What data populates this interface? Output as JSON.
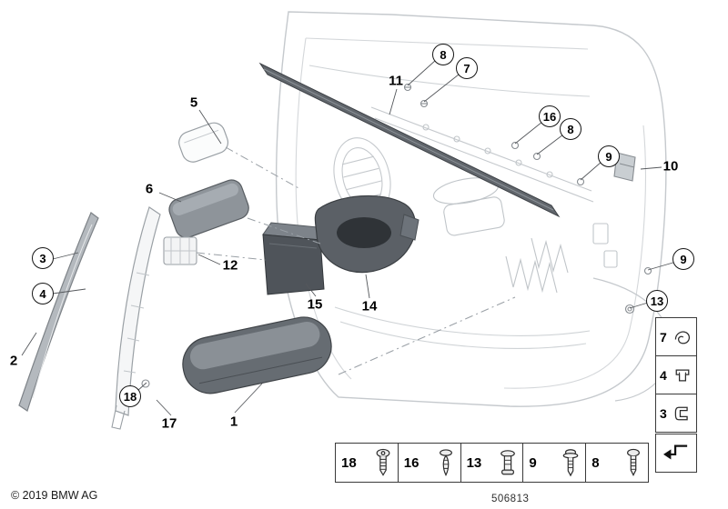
{
  "copyright": "© 2019 BMW AG",
  "diagram_number": "506813",
  "callouts": {
    "plain": [
      {
        "label": "5"
      },
      {
        "label": "6"
      },
      {
        "label": "2"
      },
      {
        "label": "11"
      },
      {
        "label": "12"
      },
      {
        "label": "15"
      },
      {
        "label": "14"
      },
      {
        "label": "17"
      },
      {
        "label": "1"
      },
      {
        "label": "10"
      }
    ],
    "circled": [
      {
        "label": "8"
      },
      {
        "label": "7"
      },
      {
        "label": "16"
      },
      {
        "label": "8"
      },
      {
        "label": "9"
      },
      {
        "label": "3"
      },
      {
        "label": "4"
      },
      {
        "label": "9"
      },
      {
        "label": "13"
      },
      {
        "label": "18"
      }
    ]
  },
  "legend": {
    "bottom_items": [
      {
        "label": "18",
        "icon": "torx-screw-icon"
      },
      {
        "label": "16",
        "icon": "expanding-rivet-icon"
      },
      {
        "label": "13",
        "icon": "grommet-nut-icon"
      },
      {
        "label": "9",
        "icon": "tapping-screw-icon"
      },
      {
        "label": "8",
        "icon": "pan-head-screw-icon"
      }
    ],
    "right_items": [
      {
        "label": "7",
        "icon": "spring-clip-icon"
      },
      {
        "label": "4",
        "icon": "retaining-clip-icon"
      },
      {
        "label": "3",
        "icon": "mounting-clip-icon"
      }
    ],
    "direction_icon": "direction-arrow-icon"
  }
}
